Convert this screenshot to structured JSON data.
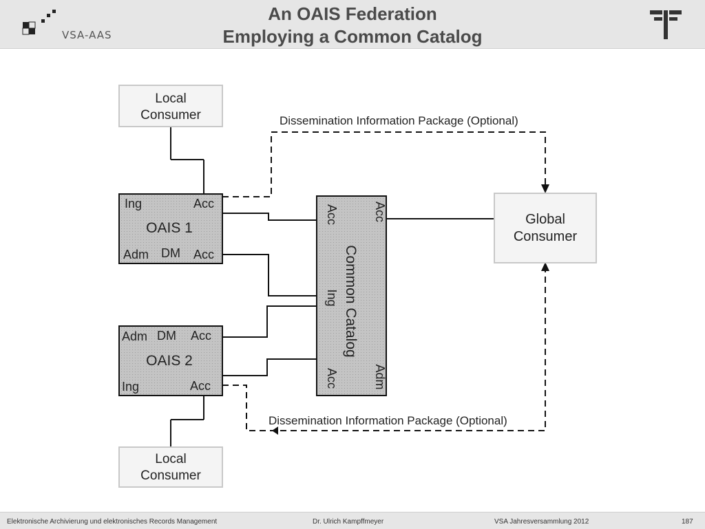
{
  "header": {
    "title_line1": "An OAIS Federation",
    "title_line2": "Employing a Common Catalog",
    "logo_text": "VSA-AAS"
  },
  "diagram": {
    "local_consumer_top": [
      "Local",
      "Consumer"
    ],
    "local_consumer_bottom": [
      "Local",
      "Consumer"
    ],
    "oais1": {
      "name": "OAIS 1",
      "ing": "Ing",
      "acc_top": "Acc",
      "adm": "Adm",
      "dm": "DM",
      "acc_bottom": "Acc"
    },
    "oais2": {
      "name": "OAIS 2",
      "adm": "Adm",
      "dm": "DM",
      "acc_top": "Acc",
      "ing": "Ing",
      "acc_bottom": "Acc"
    },
    "catalog": {
      "name": "Common Catalog",
      "acc_tl": "Acc",
      "acc_tr": "Acc",
      "ing": "Ing",
      "acc_bl": "Acc",
      "adm": "Adm"
    },
    "global_consumer": [
      "Global",
      "Consumer"
    ],
    "dip_top": "Dissemination Information Package (Optional)",
    "dip_bottom": "Dissemination Information Package (Optional)"
  },
  "footer": {
    "left": "Elektronische Archivierung und elektronisches Records Management",
    "center": "Dr. Ulrich Kampffmeyer",
    "right": "VSA Jahresversammlung 2012",
    "page": "187"
  }
}
